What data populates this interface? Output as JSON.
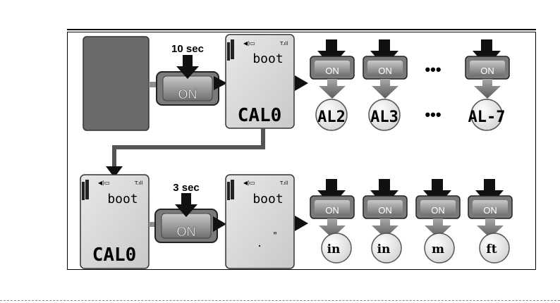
{
  "step1": {
    "press_time": "10 sec",
    "on_label": "ON",
    "display_word": "boot",
    "display_code": "CAL0",
    "sequence_values": [
      "AL2",
      "AL3",
      "AL-7"
    ],
    "ellipsis": "•••"
  },
  "step2": {
    "display_word": "boot",
    "display_code": "CAL0",
    "press_time": "3 sec",
    "on_label": "ON",
    "result_display_word": "boot",
    "result_unit_mark": "\"",
    "result_dot": "."
  },
  "units": [
    "in",
    "in",
    "m",
    "ft"
  ],
  "colors": {
    "device_dark": "#6a6a6a",
    "lcd": "#d8d8d8",
    "button": "#8a8a8a",
    "arrow": "#111111",
    "connector": "#555555"
  }
}
